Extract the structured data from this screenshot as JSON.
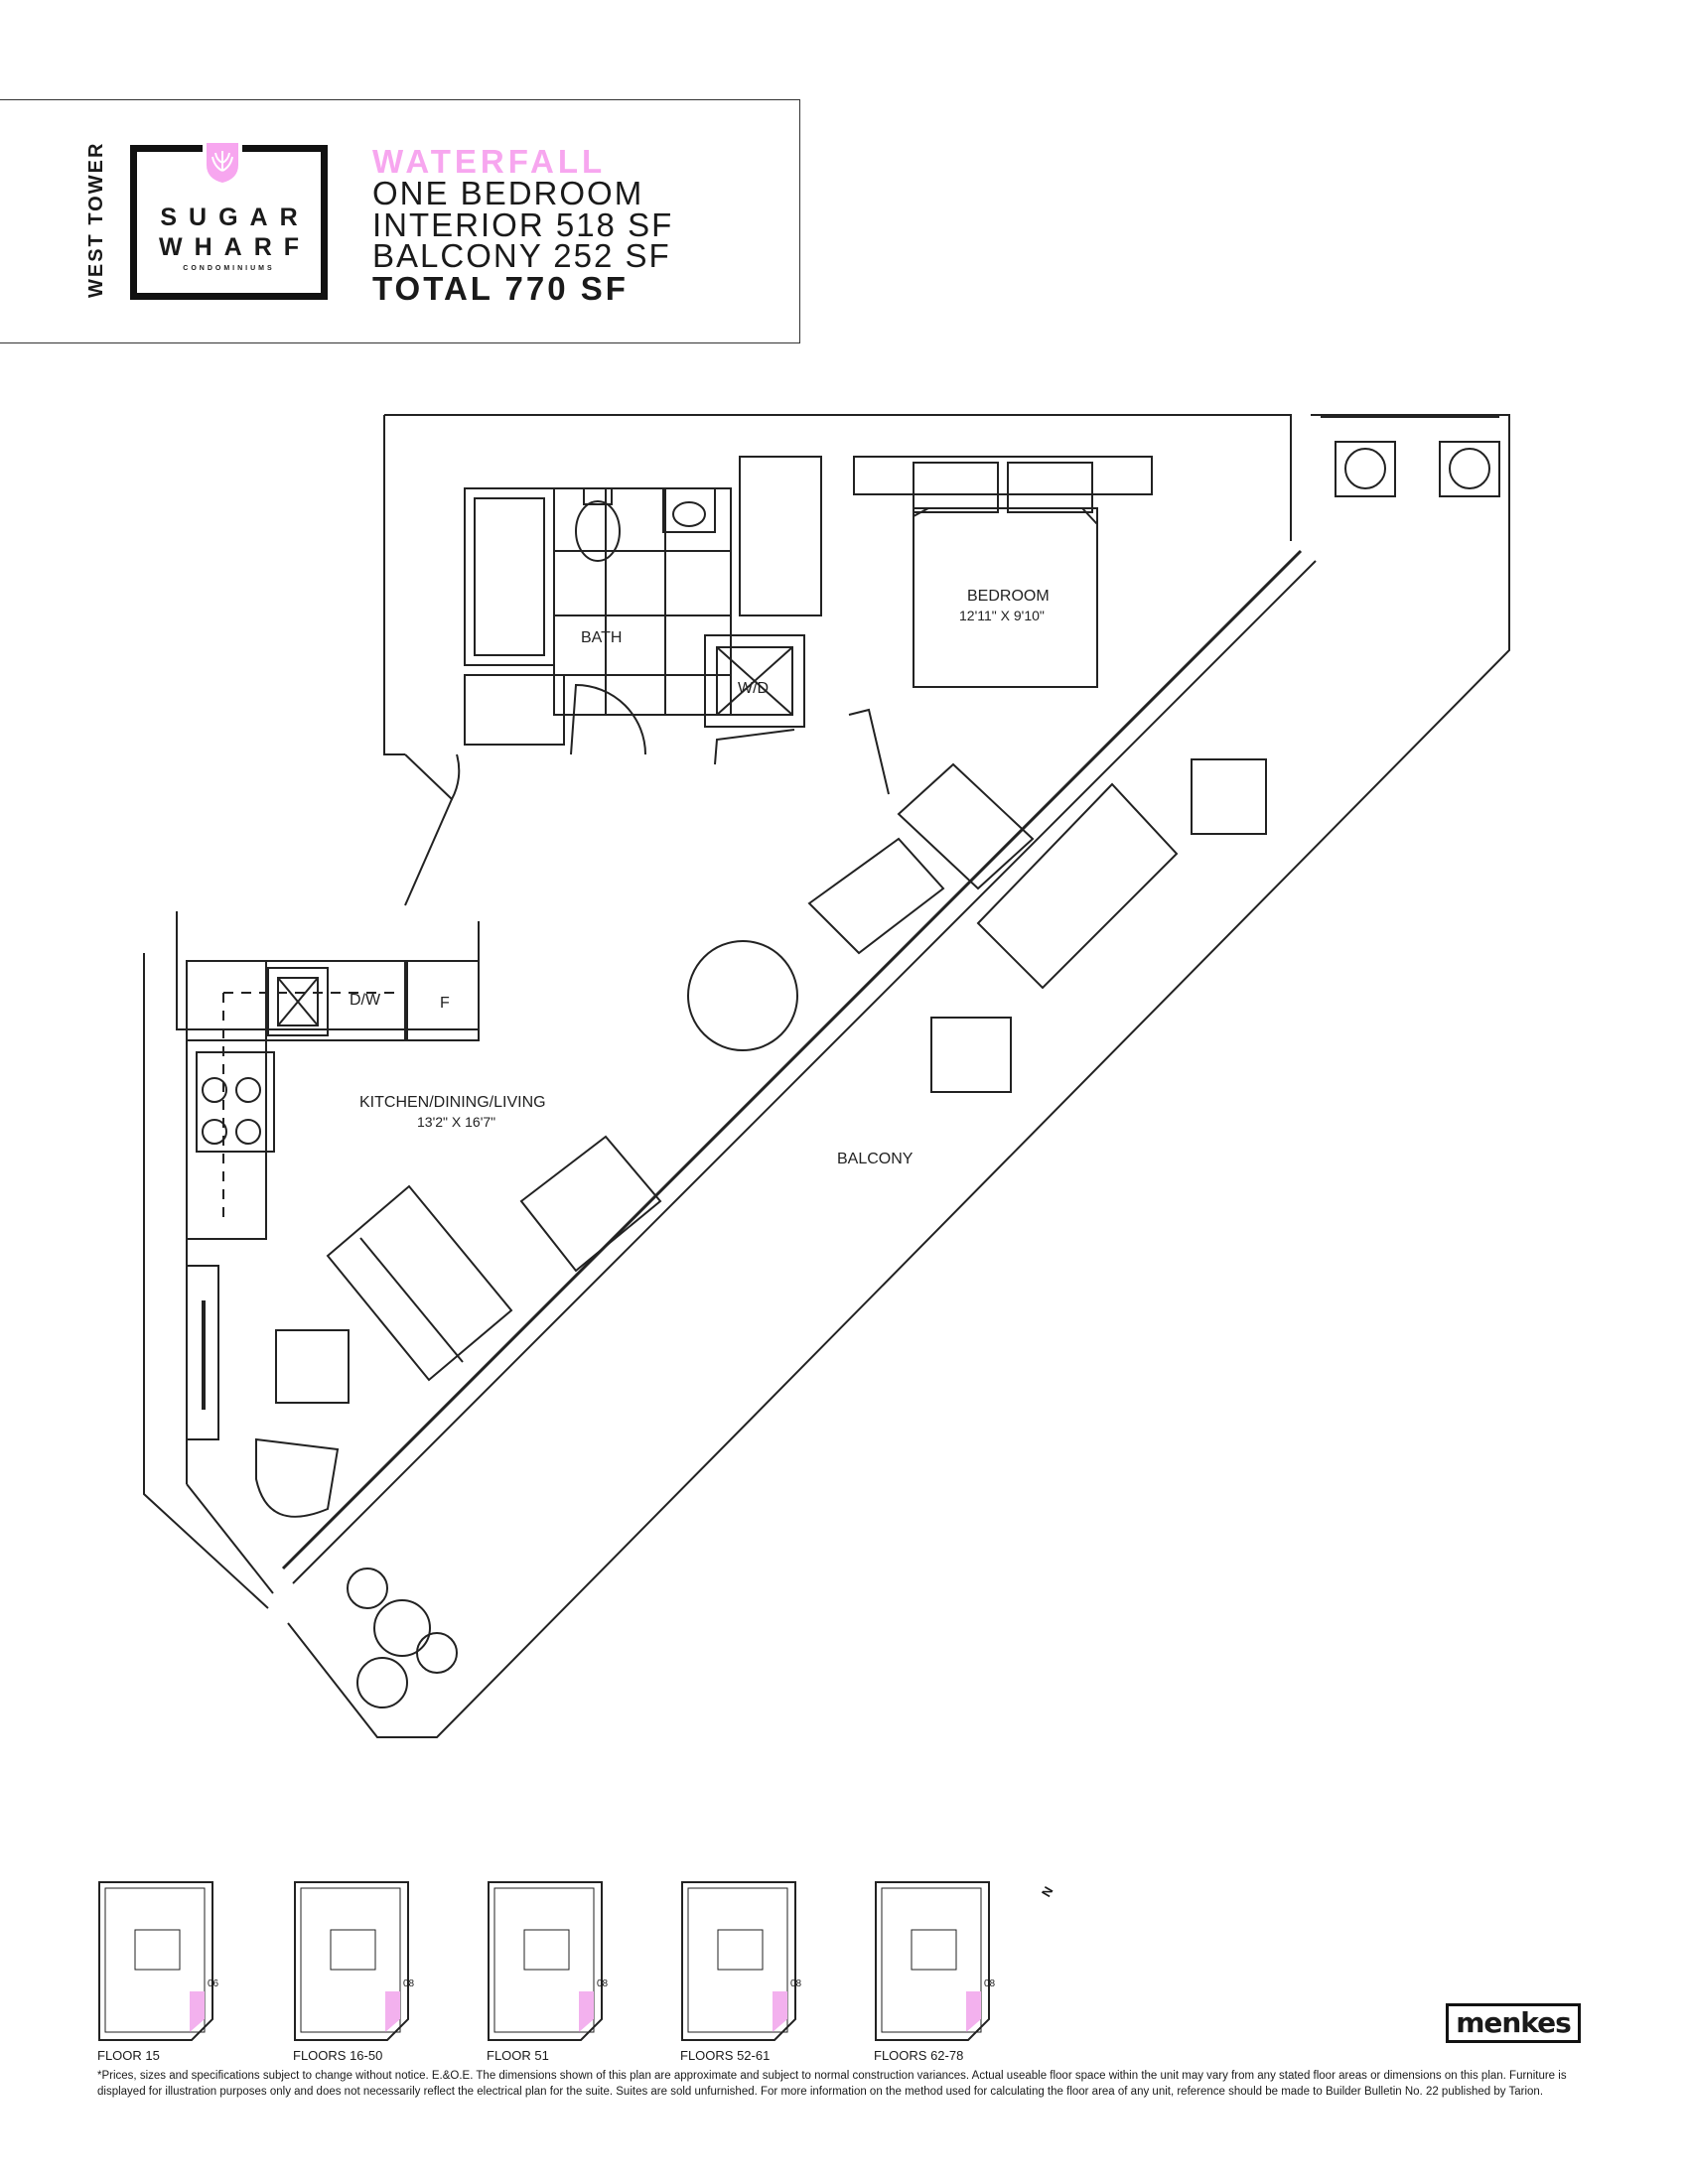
{
  "header": {
    "tower": "WEST TOWER",
    "logo": {
      "line1": "SUGAR",
      "line2": "WHARF",
      "line3": "CONDOMINIUMS"
    },
    "suite_name": "WATERFALL",
    "unit_type": "ONE BEDROOM",
    "interior": "INTERIOR 518 SF",
    "balcony": "BALCONY 252 SF",
    "total": "TOTAL 770 SF"
  },
  "rooms": {
    "bath": "BATH",
    "bedroom": "BEDROOM",
    "bedroom_dims": "12'11\" X 9'10\"",
    "wd": "W/D",
    "dw": "D/W",
    "fridge": "F",
    "living": "KITCHEN/DINING/LIVING",
    "living_dims": "13'2\" X 16'7\"",
    "balcony": "BALCONY"
  },
  "key_plans": [
    {
      "label": "FLOOR 15",
      "unit_no": "06"
    },
    {
      "label": "FLOORS 16-50",
      "unit_no": "08"
    },
    {
      "label": "FLOOR 51",
      "unit_no": "08"
    },
    {
      "label": "FLOORS 52-61",
      "unit_no": "08"
    },
    {
      "label": "FLOORS 62-78",
      "unit_no": "08"
    }
  ],
  "north": "N",
  "brand": "menkes",
  "disclaimer": "*Prices, sizes and specifications subject to change without notice. E.&O.E. The dimensions shown of this plan are approximate and subject to normal construction variances. Actual useable floor space within the unit may vary from any stated floor areas or dimensions on this plan. Furniture is displayed for illustration purposes only and does not necessarily reflect the electrical plan for the suite. Suites are sold unfurnished. For more information on the method used for calculating the floor area of any unit, reference should be made to Builder Bulletin No. 22 published by Tarion.",
  "colors": {
    "accent": "#f7a6ef",
    "ink": "#1a1a1a"
  }
}
